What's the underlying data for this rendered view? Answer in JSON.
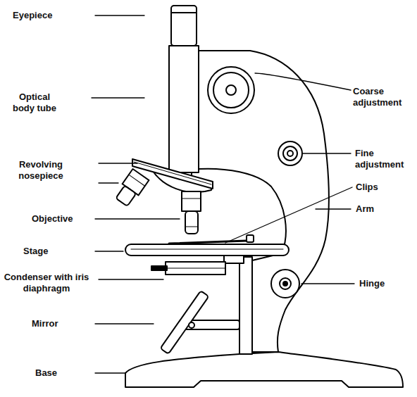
{
  "diagram": {
    "labels": [
      "Eyepiece",
      "Coarse adjustment",
      "Optical body tube",
      "Fine adjustment",
      "Revolving nosepiece",
      "Clips",
      "Objective",
      "Arm",
      "Stage",
      "Condenser with iris diaphragm",
      "Hinge",
      "Mirror",
      "Base"
    ]
  }
}
